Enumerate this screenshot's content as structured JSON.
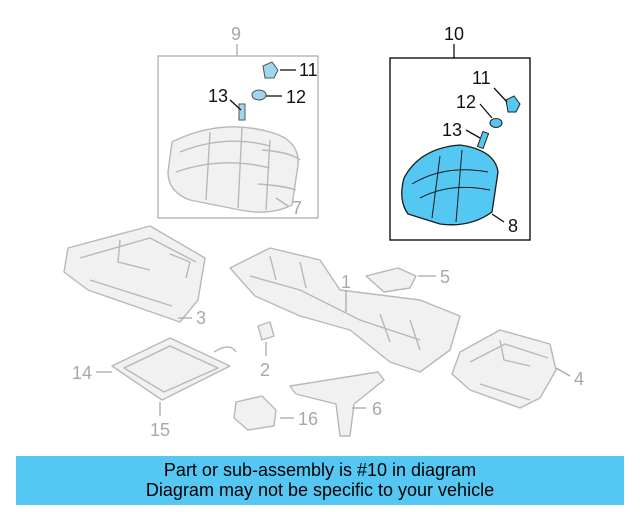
{
  "callouts": {
    "c1": "1",
    "c2": "2",
    "c3": "3",
    "c4": "4",
    "c5": "5",
    "c6": "6",
    "c7": "7",
    "c8": "8",
    "c9": "9",
    "c10": "10",
    "c11a": "11",
    "c11b": "11",
    "c12a": "12",
    "c12b": "12",
    "c13a": "13",
    "c13b": "13",
    "c14": "14",
    "c15": "15",
    "c16": "16"
  },
  "banner": {
    "line1": "Part or sub-assembly is #10 in diagram",
    "line2": "Diagram may not be specific to your vehicle",
    "color": "#55c7f3"
  },
  "colors": {
    "highlight_part": "#55c7f3",
    "ghost_line": "#b8b8b8",
    "callout_dim": "#a8a8a8",
    "callout_dark": "#111111"
  }
}
